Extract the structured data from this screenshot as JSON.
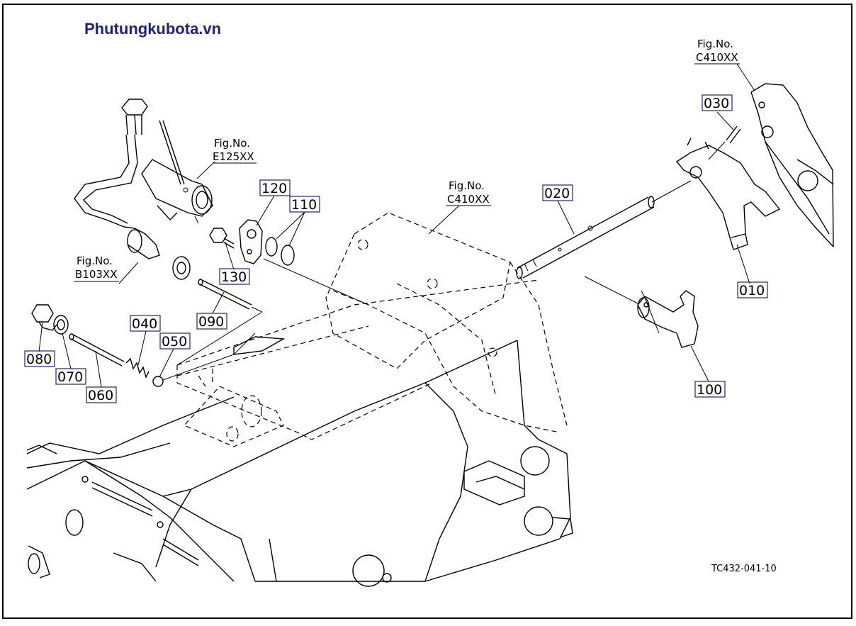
{
  "brand": {
    "text": "Phutungkubota.vn",
    "color": "#1f1f8c"
  },
  "parts": {
    "p010": "010",
    "p020": "020",
    "p030": "030",
    "p040": "040",
    "p050": "050",
    "p060": "060",
    "p070": "070",
    "p080": "080",
    "p090": "090",
    "p100": "100",
    "p110": "110",
    "p120": "120",
    "p130": "130"
  },
  "figrefs": {
    "e125_top": "Fig.No.",
    "e125_bottom": "E125XX",
    "b103_top": "Fig.No.",
    "b103_bottom": "B103XX",
    "c410_center_top": "Fig.No.",
    "c410_center_bottom": "C410XX",
    "c410_right_top": "Fig.No.",
    "c410_right_bottom": "C410XX"
  },
  "drawing_code": "TC432-041-10"
}
